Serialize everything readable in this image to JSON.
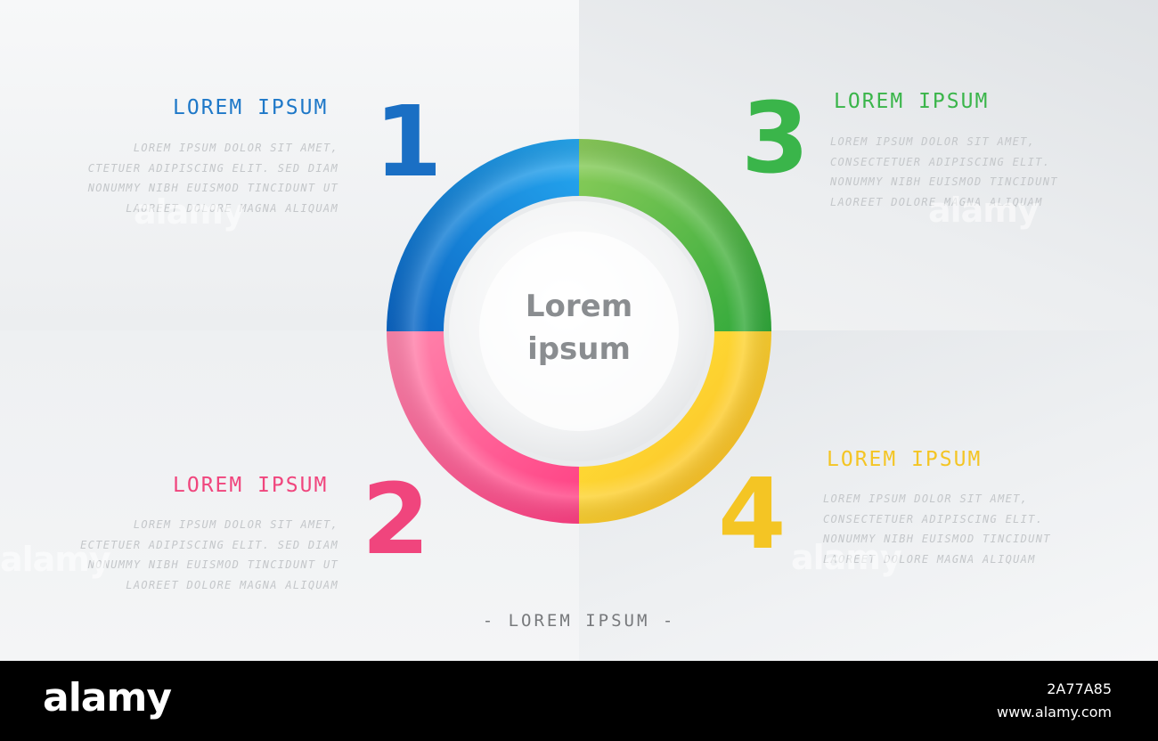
{
  "center_label": [
    "Lorem",
    "ipsum"
  ],
  "footer_caption": "- LOREM IPSUM -",
  "steps": [
    {
      "number": "1",
      "title": "LOREM IPSUM",
      "color": "#1e78c8",
      "lines": [
        "LOREM IPSUM DOLOR SIT AMET,",
        "CTETUER ADIPISCING ELIT. SED DIAM",
        "NONUMMY NIBH EUISMOD TINCIDUNT UT",
        "LAOREET DOLORE MAGNA ALIQUAM"
      ]
    },
    {
      "number": "2",
      "title": "LOREM IPSUM",
      "color": "#f0457d",
      "lines": [
        "LOREM IPSUM DOLOR SIT AMET,",
        "ECTETUER ADIPISCING ELIT. SED DIAM",
        "NONUMMY NIBH EUISMOD TINCIDUNT UT",
        "LAOREET DOLORE MAGNA ALIQUAM"
      ]
    },
    {
      "number": "3",
      "title": "LOREM IPSUM",
      "color": "#3ab54a",
      "lines": [
        "LOREM IPSUM DOLOR SIT AMET,",
        "CONSECTETUER ADIPISCING ELIT.",
        "NONUMMY NIBH EUISMOD TINCIDUNT",
        "LAOREET DOLORE MAGNA ALIQUAM"
      ]
    },
    {
      "number": "4",
      "title": "LOREM IPSUM",
      "color": "#f4c524",
      "lines": [
        "LOREM IPSUM DOLOR SIT AMET,",
        "CONSECTETUER ADIPISCING ELIT.",
        "NONUMMY NIBH EUISMOD TINCIDUNT",
        "LAOREET DOLORE MAGNA ALIQUAM"
      ]
    }
  ],
  "ring_colors": {
    "blue": [
      "#0a63c2",
      "#25a8f0"
    ],
    "green": [
      "#2fa83a",
      "#8ccd5a"
    ],
    "pink": [
      "#ff86ad",
      "#ff3f83"
    ],
    "yellow": [
      "#ffe93c",
      "#fbb722"
    ]
  },
  "watermark": {
    "brand": "alamy",
    "image_id": "2A77A85",
    "url": "www.alamy.com"
  }
}
